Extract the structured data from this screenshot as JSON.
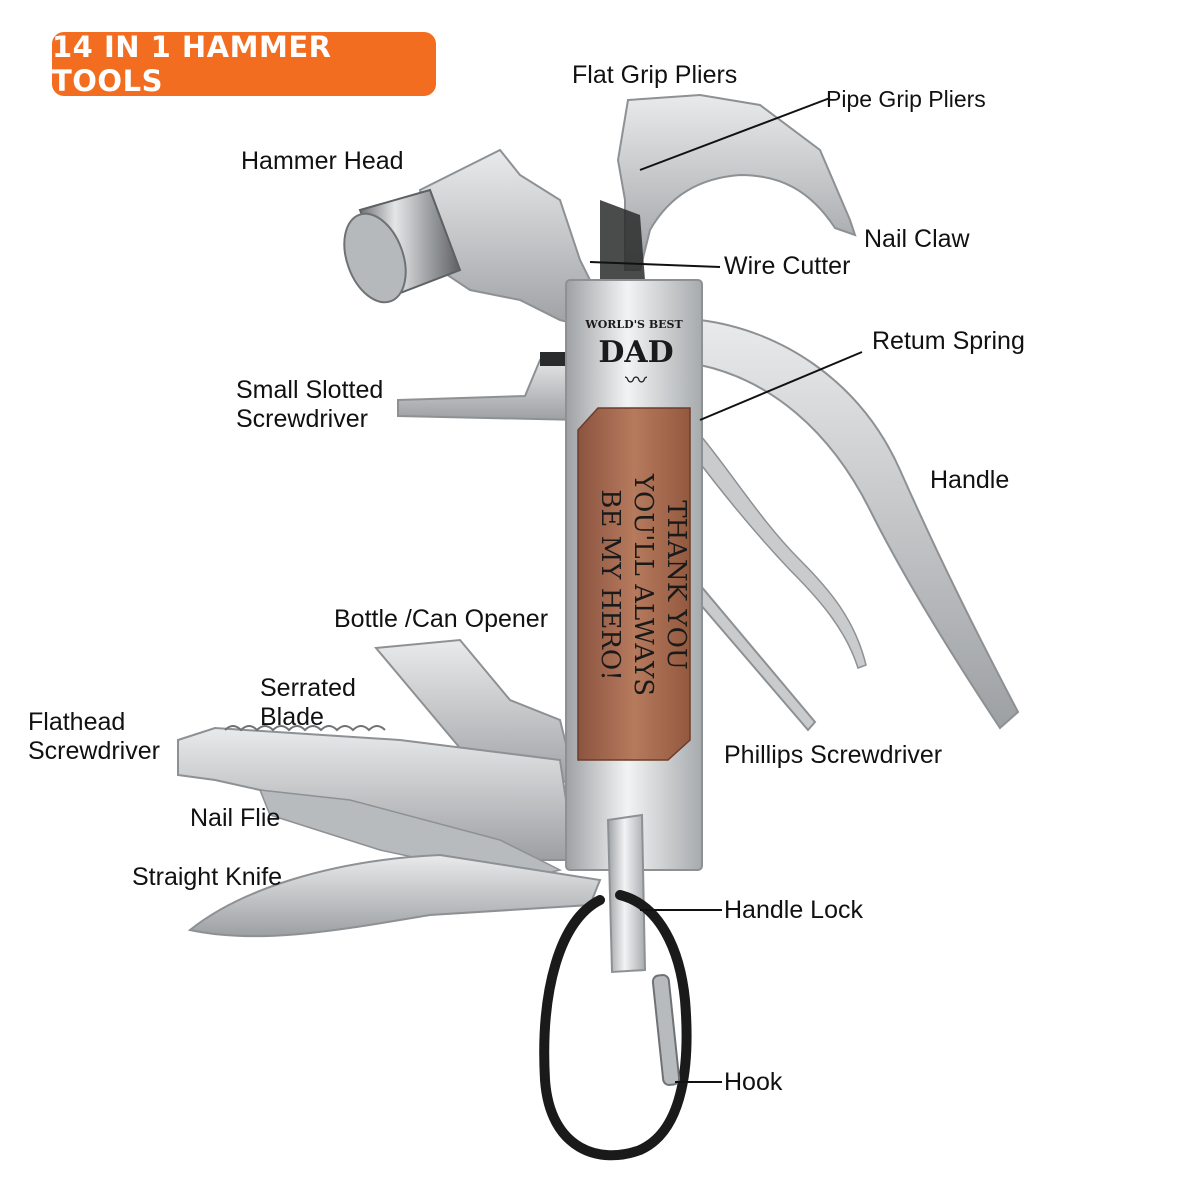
{
  "badge": {
    "text": "14 IN 1 HAMMER TOOLS",
    "color": "#f26d1f"
  },
  "engraving": {
    "arc_text": "WORLD'S BEST",
    "title": "DAD",
    "line1": "THANK YOU",
    "line2": "YOU'LL ALWAYS",
    "line3": "BE MY HERO!"
  },
  "labels": {
    "flat_grip_pliers": "Flat Grip Pliers",
    "pipe_grip_pliers": "Pipe Grip Pliers",
    "hammer_head": "Hammer Head",
    "nail_claw": "Nail Claw",
    "wire_cutter": "Wire Cutter",
    "return_spring": "Retum Spring",
    "small_slotted_1": "Small Slotted",
    "small_slotted_2": "Screwdriver",
    "handle": "Handle",
    "bottle_opener": "Bottle /Can Opener",
    "serrated_1": "Serrated",
    "serrated_2": "Blade",
    "flathead_1": "Flathead",
    "flathead_2": "Screwdriver",
    "phillips": "Phillips Screwdriver",
    "nail_file": "Nail Flie",
    "straight_knife": "Straight Knife",
    "handle_lock": "Handle Lock",
    "hook": "Hook"
  },
  "colors": {
    "steel": "#c9cbcd",
    "steel_dark": "#8e9194",
    "wood": "#a8694f",
    "carabiner": "#1a1a1a"
  }
}
